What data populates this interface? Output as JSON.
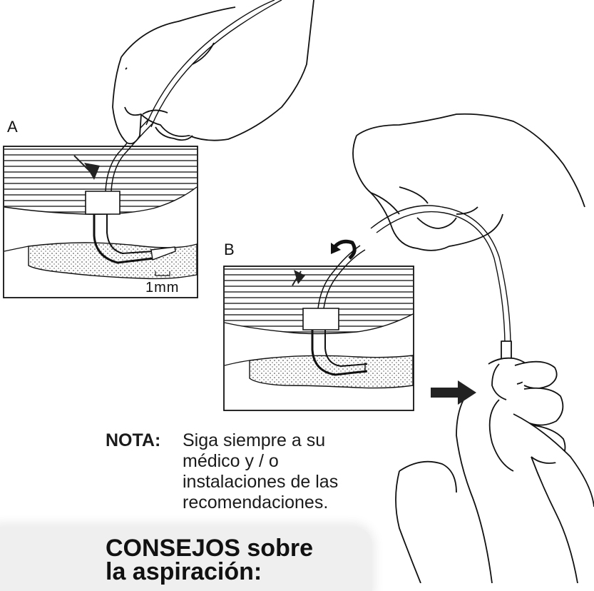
{
  "panel_a_label": "A",
  "panel_b_label": "B",
  "scale_label": "1mm",
  "note": {
    "label": "NOTA:",
    "text": "Siga siempre a su médico y / o instalaciones de las recomendaciones."
  },
  "tips": {
    "title_line1": "CONSEJOS sobre",
    "title_line2": "la aspiración:"
  }
}
